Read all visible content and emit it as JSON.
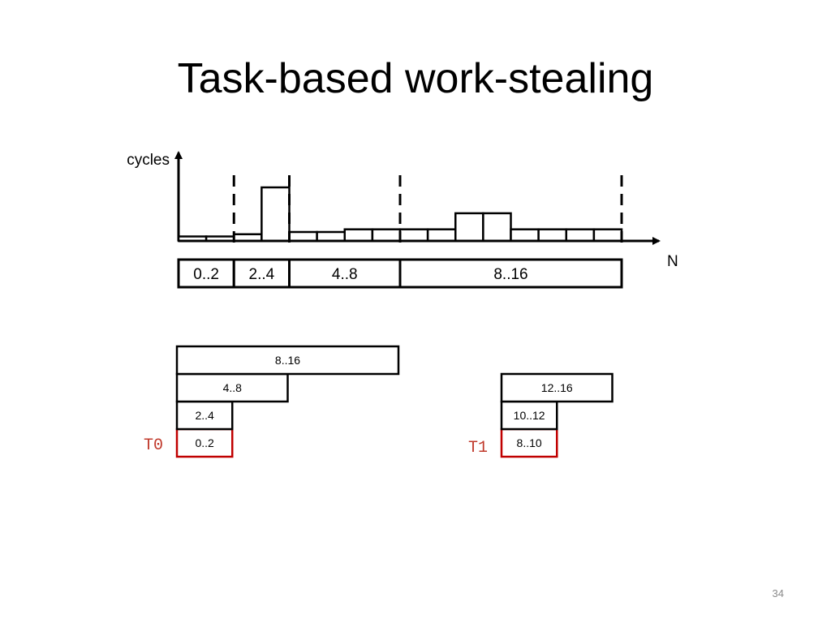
{
  "slide": {
    "title": "Task-based work-stealing",
    "page_number": "34"
  },
  "colors": {
    "stroke": "#000000",
    "active_task": "#c00000",
    "thread_label": "#c0392b",
    "page_number": "#8a8a8a"
  },
  "histogram": {
    "y_axis_label": "cycles",
    "x_axis_label": "N",
    "bar_heights": [
      1,
      1,
      1.5,
      12,
      2,
      2,
      2.6,
      2.6,
      2.6,
      2.6,
      6.2,
      6.2,
      2.6,
      2.6,
      2.6,
      2.6
    ],
    "split_boundaries": [
      2,
      4,
      8,
      16
    ]
  },
  "ranges": [
    {
      "label": "0..2",
      "start": 0,
      "end": 2
    },
    {
      "label": "2..4",
      "start": 2,
      "end": 4
    },
    {
      "label": "4..8",
      "start": 4,
      "end": 8
    },
    {
      "label": "8..16",
      "start": 8,
      "end": 16
    }
  ],
  "threads": [
    {
      "name": "T0",
      "tasks": [
        {
          "label": "0..2",
          "start": 0,
          "end": 2,
          "active": true
        },
        {
          "label": "2..4",
          "start": 2,
          "end": 4,
          "active": false
        },
        {
          "label": "4..8",
          "start": 4,
          "end": 8,
          "active": false
        },
        {
          "label": "8..16",
          "start": 8,
          "end": 16,
          "active": false
        }
      ]
    },
    {
      "name": "T1",
      "tasks": [
        {
          "label": "8..10",
          "start": 8,
          "end": 10,
          "active": true
        },
        {
          "label": "10..12",
          "start": 10,
          "end": 12,
          "active": false
        },
        {
          "label": "12..16",
          "start": 12,
          "end": 16,
          "active": false
        }
      ]
    }
  ]
}
